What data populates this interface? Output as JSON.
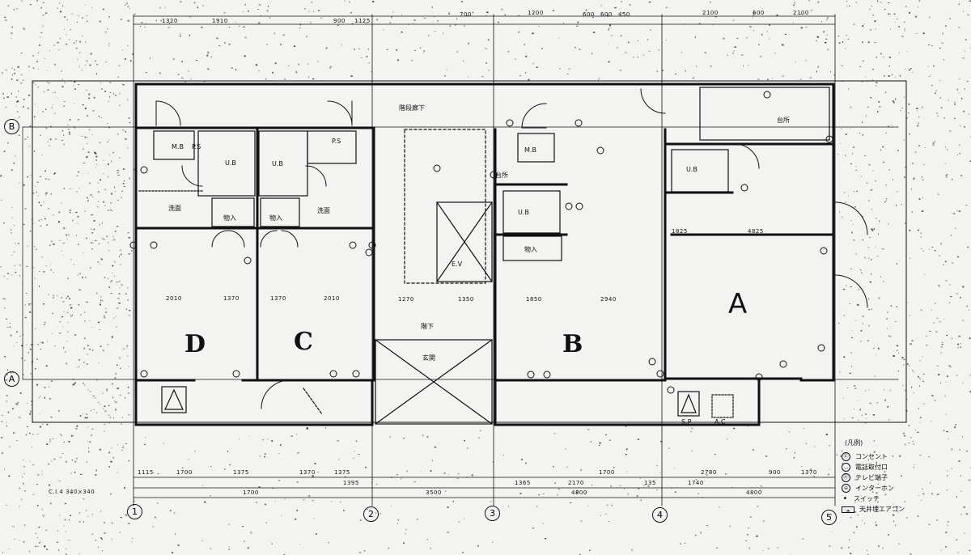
{
  "units": {
    "a": "A",
    "b": "B",
    "c": "C",
    "d": "D"
  },
  "rooms": {
    "balcony_top": "階段廊下",
    "stair_hall": "階下",
    "entrance_hall": "玄関",
    "elevator": "E.V",
    "storage": "物入",
    "ub": "U.B",
    "wash": "洗面",
    "kitchen": "台所",
    "ps": "P.S",
    "mb": "M.B",
    "sp": "S.P",
    "ac": "A.C"
  },
  "grid": {
    "g1": "1",
    "g2": "2",
    "g3": "3",
    "g4": "4",
    "g5": "5",
    "ga": "A",
    "gb": "B"
  },
  "dims": {
    "top": [
      "1320",
      "1910",
      "900",
      "1125",
      "700",
      "600",
      "1200",
      "600",
      "450",
      "2100",
      "600",
      "2100"
    ],
    "bottom_inner": [
      "1115",
      "1700",
      "1375",
      "1370",
      "1375",
      "1395",
      "1365",
      "2170",
      "1700",
      "135",
      "1740",
      "2780",
      "900",
      "1370"
    ],
    "bottom_outer": [
      "1700",
      "3500",
      "4800",
      "4800"
    ],
    "left": "C.I.4 340×340",
    "room_widths": [
      "2010",
      "1370",
      "1370",
      "2010",
      "1270",
      "1350",
      "1850",
      "2940",
      "1825",
      "4825"
    ]
  },
  "legend": {
    "title": "(凡例)",
    "items": [
      {
        "symbol": "Ⓔ",
        "label": "コンセント"
      },
      {
        "symbol": "◡",
        "label": "電話取付口"
      },
      {
        "symbol": "Ⓣ",
        "label": "テレビ端子"
      },
      {
        "symbol": "⊖",
        "label": "インターホン"
      },
      {
        "symbol": "•",
        "label": "スイッチ"
      },
      {
        "symbol": "▭",
        "label": "天井埋エアコン"
      }
    ]
  },
  "colors": {
    "ink": "#111111",
    "paper": "#f3f3f1"
  }
}
